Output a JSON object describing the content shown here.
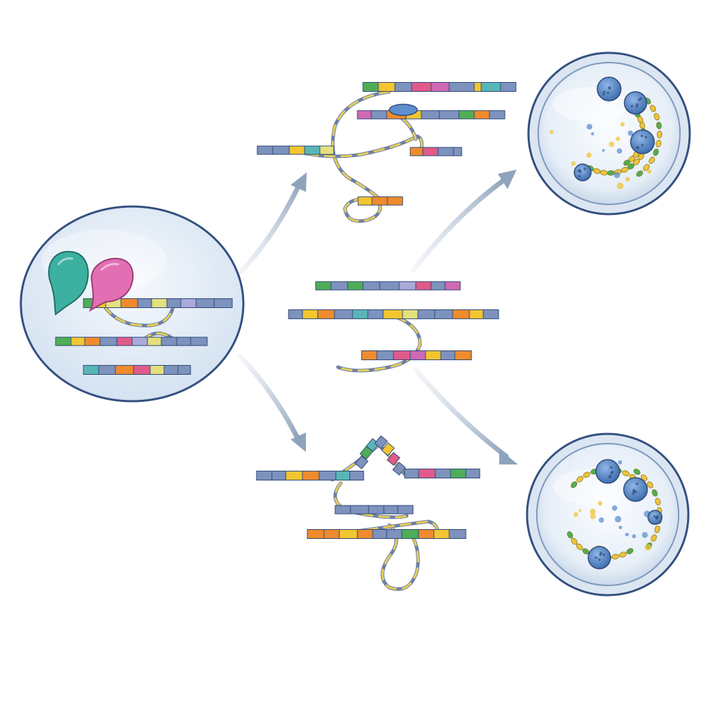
{
  "figure": {
    "background": "#ffffff",
    "palette": {
      "outline": "#34507f",
      "cell_fill": "#e4edf6",
      "cell_fill_inner": "#f4f8fc",
      "arrow": "#a9b9cc",
      "strand": "#7d92bd",
      "segments": [
        "#7d92bd",
        "#4fae55",
        "#f2c531",
        "#ef8b2c",
        "#e05b8a",
        "#cf69b3",
        "#59b6b6",
        "#aaa9d9",
        "#e4e07c"
      ],
      "protein_teal": "#3cb0a1",
      "protein_pink": "#e26fb3",
      "nucleus_blue": "#5f8fcf",
      "chromatin_yellow": "#f0c43a"
    },
    "elements": [
      "left-cell",
      "protein-complex",
      "arrow-to-top",
      "arrow-to-middle",
      "arrow-to-bottom",
      "top-strand-group",
      "middle-strand-group",
      "bottom-strand-group",
      "arrow-to-top-dish",
      "arrow-to-bottom-dish",
      "top-right-dish",
      "bottom-right-dish"
    ]
  }
}
